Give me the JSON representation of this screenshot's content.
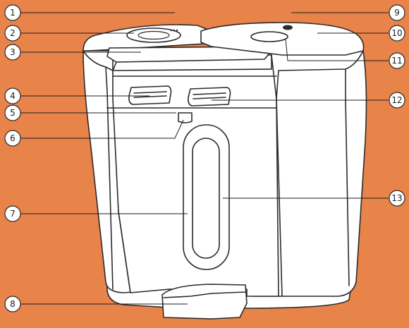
{
  "colors": {
    "background": "#E8834A",
    "appliance_fill": "#FFFFFF",
    "outline": "#2B2B2B",
    "callout_fill": "#FFFFFF"
  },
  "callouts": {
    "c1": "1",
    "c2": "2",
    "c3": "3",
    "c4": "4",
    "c5": "5",
    "c6": "6",
    "c7": "7",
    "c8": "8",
    "c9": "9",
    "c10": "10",
    "c11": "11",
    "c12": "12",
    "c13": "13"
  }
}
